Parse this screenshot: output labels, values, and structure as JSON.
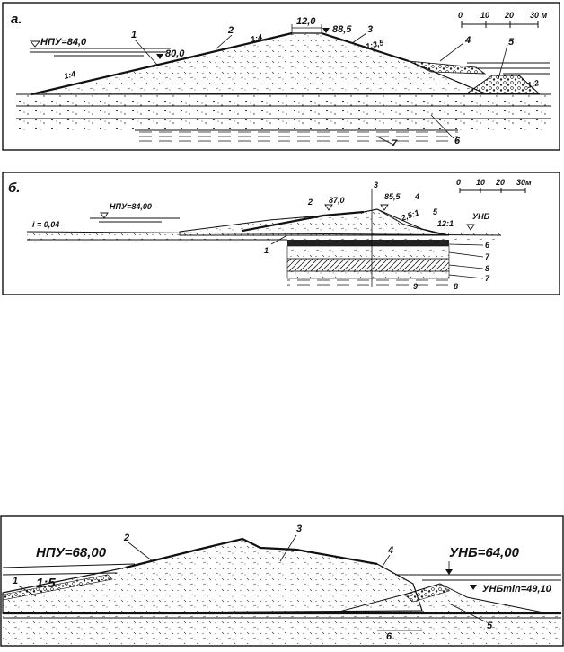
{
  "panel_a": {
    "letter": "а.",
    "npu": "НПУ=84,0",
    "el_80": "80,0",
    "crest_width": "12,0",
    "el_88": "88,5",
    "slope_up1": "1:4",
    "slope_up2": "1:4",
    "slope_dn1": "1:3,5",
    "slope_dn2": "1:2",
    "scale": {
      "ticks": [
        "0",
        "10",
        "20",
        "30 м"
      ]
    },
    "labels": [
      "1",
      "2",
      "3",
      "4",
      "5",
      "6",
      "7"
    ]
  },
  "panel_b": {
    "letter": "б.",
    "npu": "НПУ=84,00",
    "i": "i = 0,04",
    "el_87": "87,0",
    "el_85": "85,5",
    "slope_25": "2,5:1",
    "slope_12": "12:1",
    "unb": "УНБ",
    "scale": {
      "ticks": [
        "0",
        "10",
        "20",
        "30м"
      ]
    },
    "labels": [
      "1",
      "2",
      "3",
      "4",
      "5",
      "6",
      "7",
      "8",
      "7",
      "9",
      "8"
    ]
  },
  "panel_c": {
    "npu": "НПУ=68,00",
    "unb": "УНБ=64,00",
    "unb_min": "УНБmin=49,10",
    "slope": "1:5",
    "labels": [
      "1",
      "2",
      "3",
      "4",
      "5",
      "6"
    ]
  }
}
